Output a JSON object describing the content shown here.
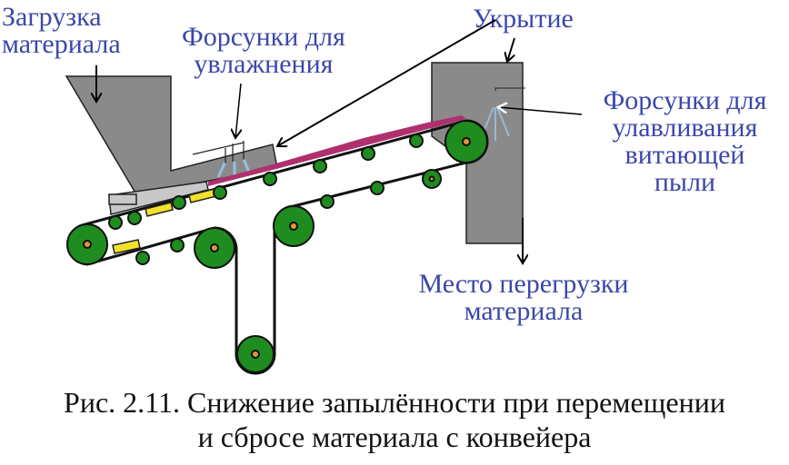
{
  "labels": {
    "loading_line1": "Загрузка",
    "loading_line2": "материала",
    "humid_line1": "Форсунки для",
    "humid_line2": "увлажнения",
    "cover": "Укрытие",
    "dust_line1": "Форсунки для",
    "dust_line2": "улавливания",
    "dust_line3": "витающей",
    "dust_line4": "пыли",
    "transfer_line1": "Место перегрузки",
    "transfer_line2": "материала"
  },
  "caption": {
    "line1": "Рис. 2.11. Снижение запылённости при перемещении",
    "line2": "и сбросе материала с конвейера"
  },
  "colors": {
    "label": "#3b48a8",
    "roller": "#1f8c1f",
    "housing": "#8a8a8a",
    "material": "#b0306e",
    "pad": "#f2e22a"
  }
}
